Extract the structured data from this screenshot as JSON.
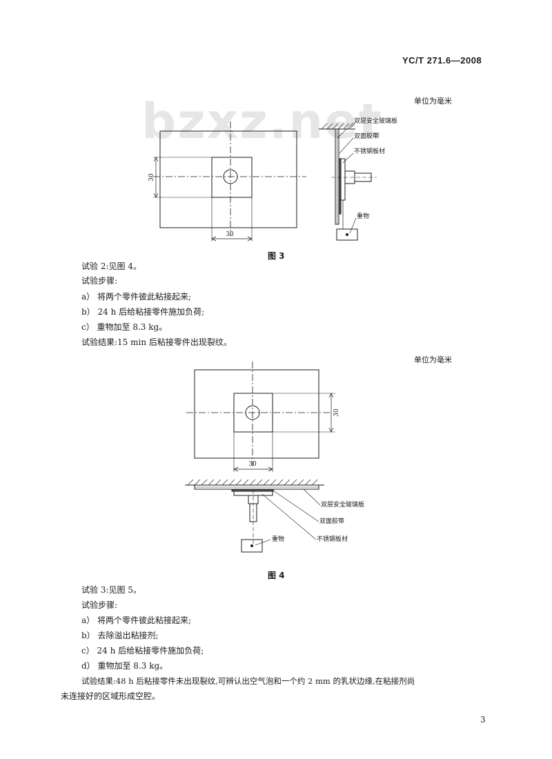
{
  "header": {
    "std_code": "YC/T 271.6—2008"
  },
  "watermark": {
    "text": "bzxz.net"
  },
  "fig3": {
    "unit_note": "单位为毫米",
    "dim_h": "30",
    "dim_v": "30",
    "label_glass": "双层安全玻璃板",
    "label_tape": "双面胶带",
    "label_steel": "不锈钢板材",
    "label_weight": "重物",
    "caption": "图 3"
  },
  "test2": {
    "intro": "试验 2:见图 4。",
    "steps_title": "试验步骤:",
    "steps": [
      "a）  将两个零件彼此粘接起来;",
      "b）  24 h 后给粘接零件施加负荷;",
      "c）  重物加至 8.3 kg。"
    ],
    "result": "试验结果:15 min 后粘接零件出现裂纹。"
  },
  "fig4": {
    "unit_note": "单位为毫米",
    "dim_h": "30",
    "dim_v": "30",
    "label_glass": "双层安全玻璃板",
    "label_tape": "双面胶带",
    "label_steel": "不锈钢板材",
    "label_weight": "重物",
    "caption": "图 4"
  },
  "test3": {
    "intro": "试验 3:见图 5。",
    "steps_title": "试验步骤:",
    "steps": [
      "a）  将两个零件彼此粘接起来;",
      "b）  去除溢出粘接剂;",
      "c）  24 h 后给粘接零件施加负荷;",
      "d）  重物加至 8.3 kg。"
    ],
    "result_line1": "试验结果:48 h 后粘接零件未出现裂纹,可辨认出空气泡和一个约 2 mm 的乳状边缘,在粘接剂尚",
    "result_line2": "未连接好的区域形成空腔。"
  },
  "footer": {
    "page_number": "3"
  }
}
